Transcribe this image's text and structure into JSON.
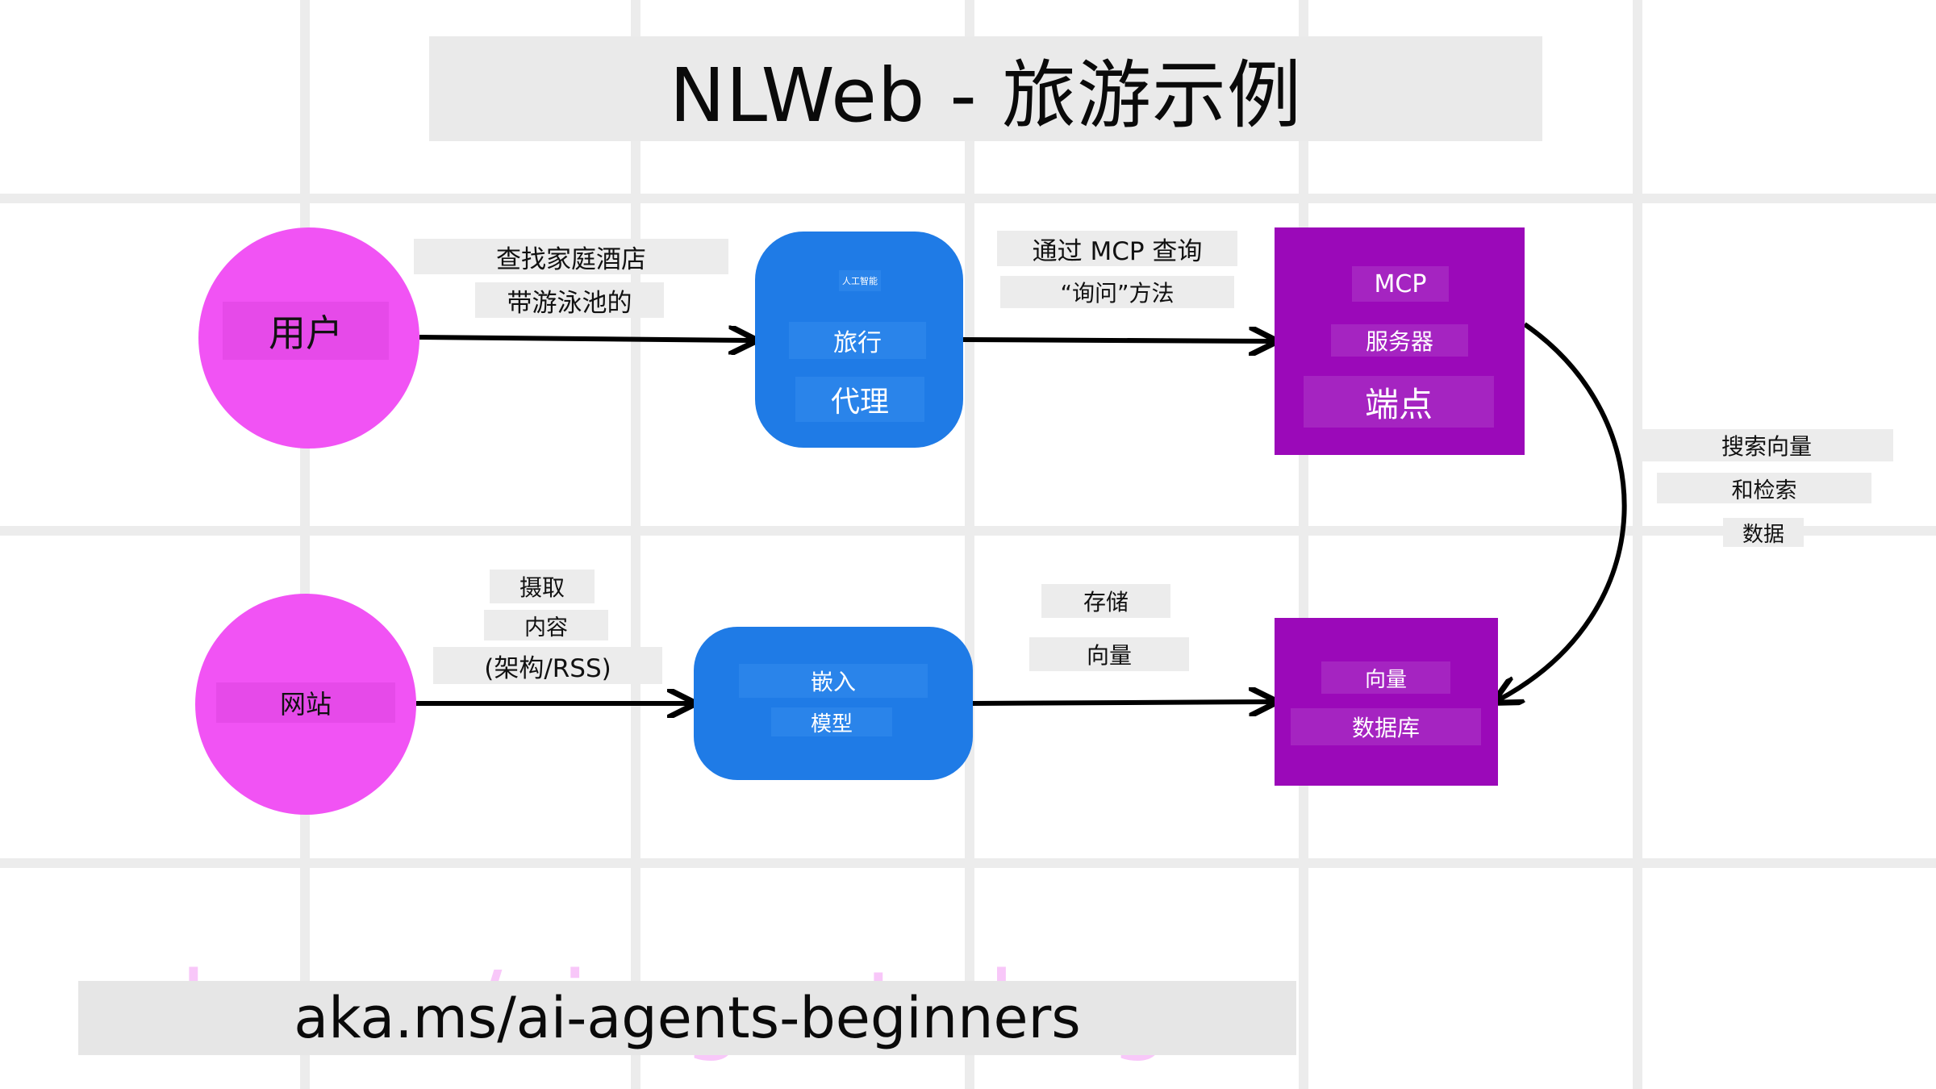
{
  "title": "NLWeb - 旅游示例",
  "footer": "aka.ms/ai-agents-beginners",
  "nodes": {
    "user": "用户",
    "website": "网站",
    "agent": {
      "small": "人工智能",
      "line1": "旅行",
      "line2": "代理"
    },
    "mcp": {
      "line1": "MCP",
      "line2": "服务器",
      "line3": "端点"
    },
    "embed": {
      "line1": "嵌入",
      "line2": "模型"
    },
    "vectordb": {
      "line1": "向量",
      "line2": "数据库"
    }
  },
  "edges": {
    "user_to_agent": [
      "查找家庭酒店",
      "带游泳池的"
    ],
    "agent_to_mcp": [
      "通过 MCP 查询",
      "“询问”方法"
    ],
    "mcp_to_vectordb": [
      "搜索向量",
      "和检索",
      "数据"
    ],
    "website_to_embed": [
      "摄取",
      "内容",
      "(架构/RSS)"
    ],
    "embed_to_vectordb": [
      "存储",
      "向量"
    ]
  },
  "colors": {
    "pink": "#f153f4",
    "blue": "#1f7be6",
    "purple": "#9b09b9",
    "grid": "#ececec"
  }
}
